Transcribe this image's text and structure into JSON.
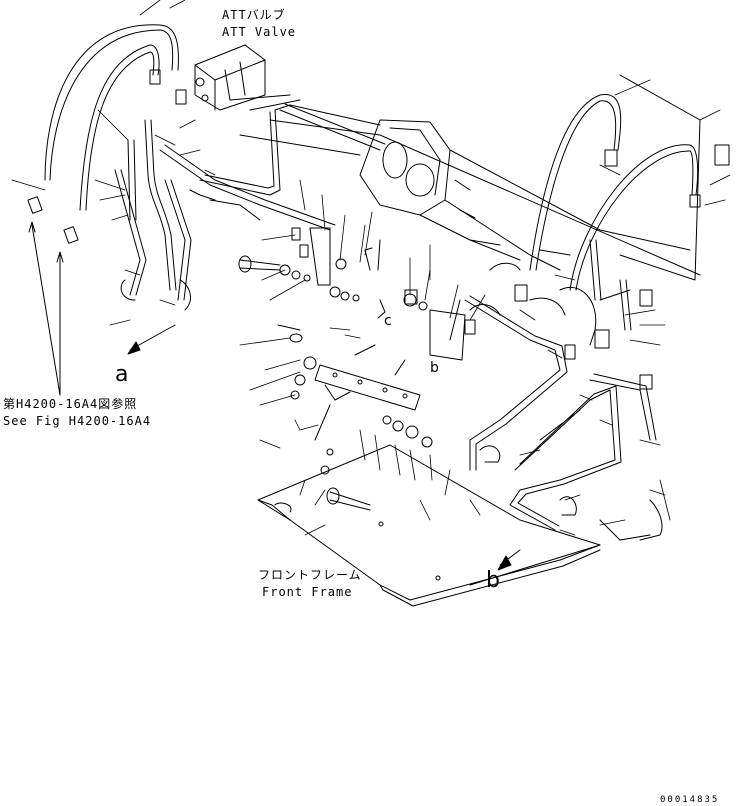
{
  "labels": {
    "att_valve_jp": "ATTバルブ",
    "att_valve_en": "ATT Valve",
    "ref_jp": "第H4200-16A4図参照",
    "ref_en": "See Fig H4200-16A4",
    "front_frame_jp": "フロントフレーム",
    "front_frame_en": "Front Frame",
    "marker_a": "a",
    "marker_b": "b",
    "marker_b_small": "b",
    "marker_c": "c",
    "doc_number": "00014835"
  }
}
